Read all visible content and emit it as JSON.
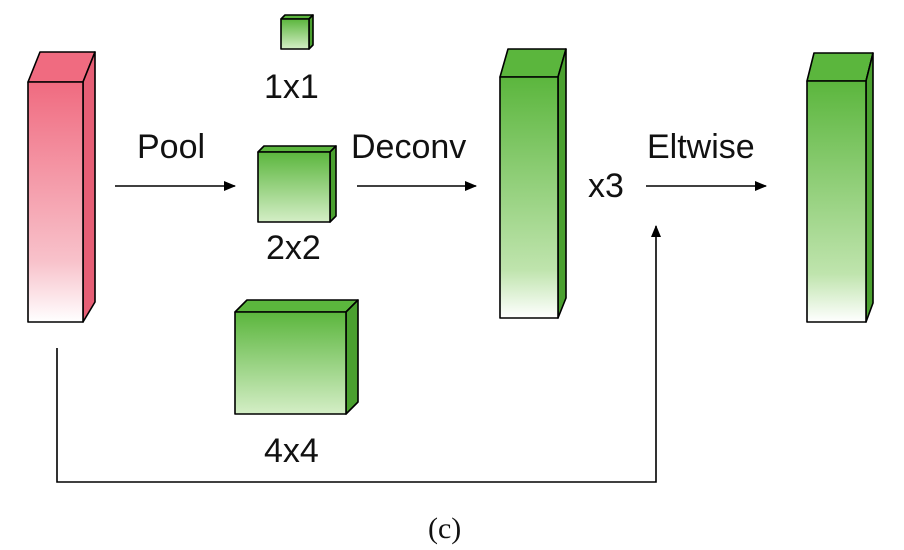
{
  "diagram": {
    "labels": {
      "pool": "Pool",
      "deconv": "Deconv",
      "repeat": "x3",
      "eltwise": "Eltwise"
    },
    "pool_sizes": [
      "1x1",
      "2x2",
      "4x4"
    ],
    "caption": "(c)"
  },
  "colors": {
    "input_feature": "#f06b80",
    "pooled_green": "#5bb63d",
    "fade": "#ffffff"
  }
}
